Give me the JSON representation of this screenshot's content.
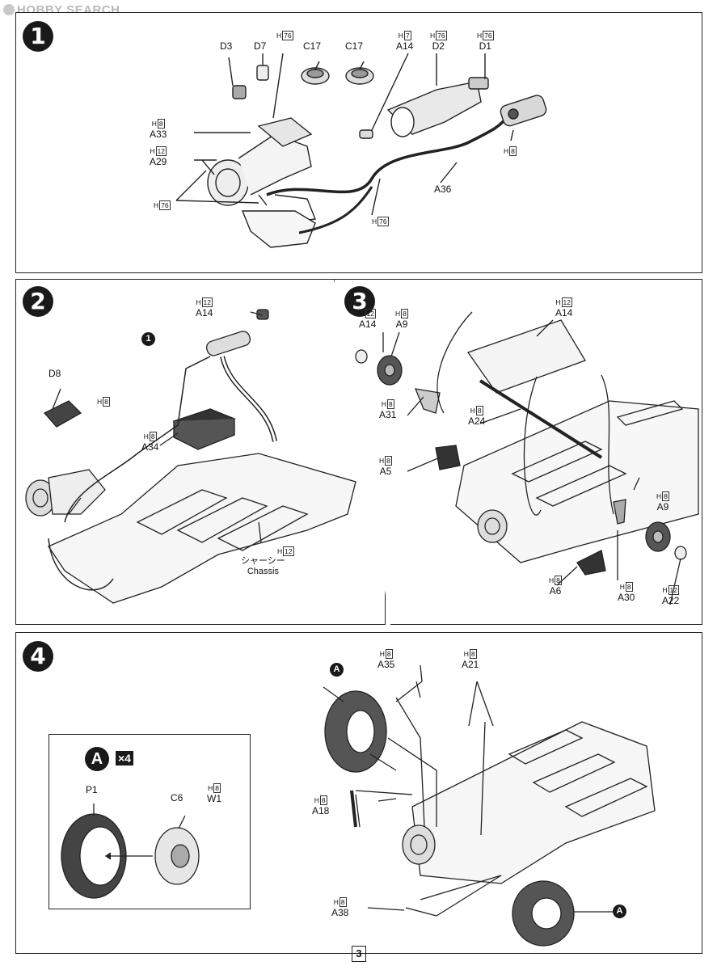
{
  "watermark": "HOBBY SEARCH",
  "page_number": "3",
  "steps": {
    "s1": "1",
    "s2": "2",
    "s3": "3",
    "s4": "4"
  },
  "hints": {
    "h7": "7",
    "h8": "8",
    "h12": "12",
    "h76": "76",
    "h_prefix": "H"
  },
  "step1": {
    "D3": "D3",
    "D7": "D7",
    "C17a": "C17",
    "C17b": "C17",
    "A14": "A14",
    "D2": "D2",
    "D1": "D1",
    "A33": "A33",
    "A29": "A29",
    "A36": "A36"
  },
  "step2": {
    "A14": "A14",
    "D8": "D8",
    "A34": "A34",
    "chassis_jp": "シャーシー",
    "chassis_en": "Chassis",
    "ref": "1"
  },
  "step3": {
    "A14a": "A14",
    "A9a": "A9",
    "A14b": "A14",
    "A31": "A31",
    "A24": "A24",
    "A5": "A5",
    "A9b": "A9",
    "A6": "A6",
    "A30": "A30",
    "A22": "A22"
  },
  "step4": {
    "A35": "A35",
    "A21": "A21",
    "A18": "A18",
    "A38": "A38",
    "P1": "P1",
    "C6": "C6",
    "W1": "W1",
    "sub_ref": "A",
    "mult": "×4",
    "ref_a": "A",
    "ref_b": "A"
  }
}
